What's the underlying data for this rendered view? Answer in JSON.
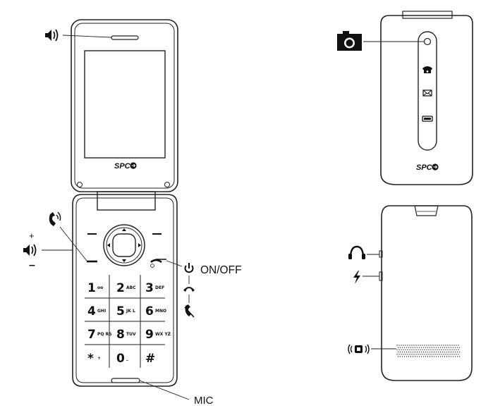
{
  "labels": {
    "on_off": "ON/OFF",
    "mic": "MIC",
    "plus": "+",
    "minus": "–"
  },
  "brand": {
    "front": "SPC",
    "back": "SPC"
  },
  "keypad": [
    {
      "digit": "1",
      "sub": "oo"
    },
    {
      "digit": "2",
      "sub": "ABC"
    },
    {
      "digit": "3",
      "sub": "DEF"
    },
    {
      "digit": "4",
      "sub": "GHI"
    },
    {
      "digit": "5",
      "sub": "JK L"
    },
    {
      "digit": "6",
      "sub": "MNO"
    },
    {
      "digit": "7",
      "sub": "PQ RS"
    },
    {
      "digit": "8",
      "sub": "TUV"
    },
    {
      "digit": "9",
      "sub": "WX YZ"
    },
    {
      "digit": "*",
      "sub": "+"
    },
    {
      "digit": "0",
      "sub": "_"
    },
    {
      "digit": "#",
      "sub": ""
    }
  ],
  "icons": {
    "earpiece": "speaker-icon",
    "call": "phone-ringing-icon",
    "volume": "speaker-icon",
    "power": "power-icon",
    "end_call": "hang-up-icon",
    "mute": "phone-off-icon",
    "camera": "camera-icon",
    "headphones": "headphones-icon",
    "charge": "lightning-icon",
    "vibrate": "vibration-icon"
  }
}
